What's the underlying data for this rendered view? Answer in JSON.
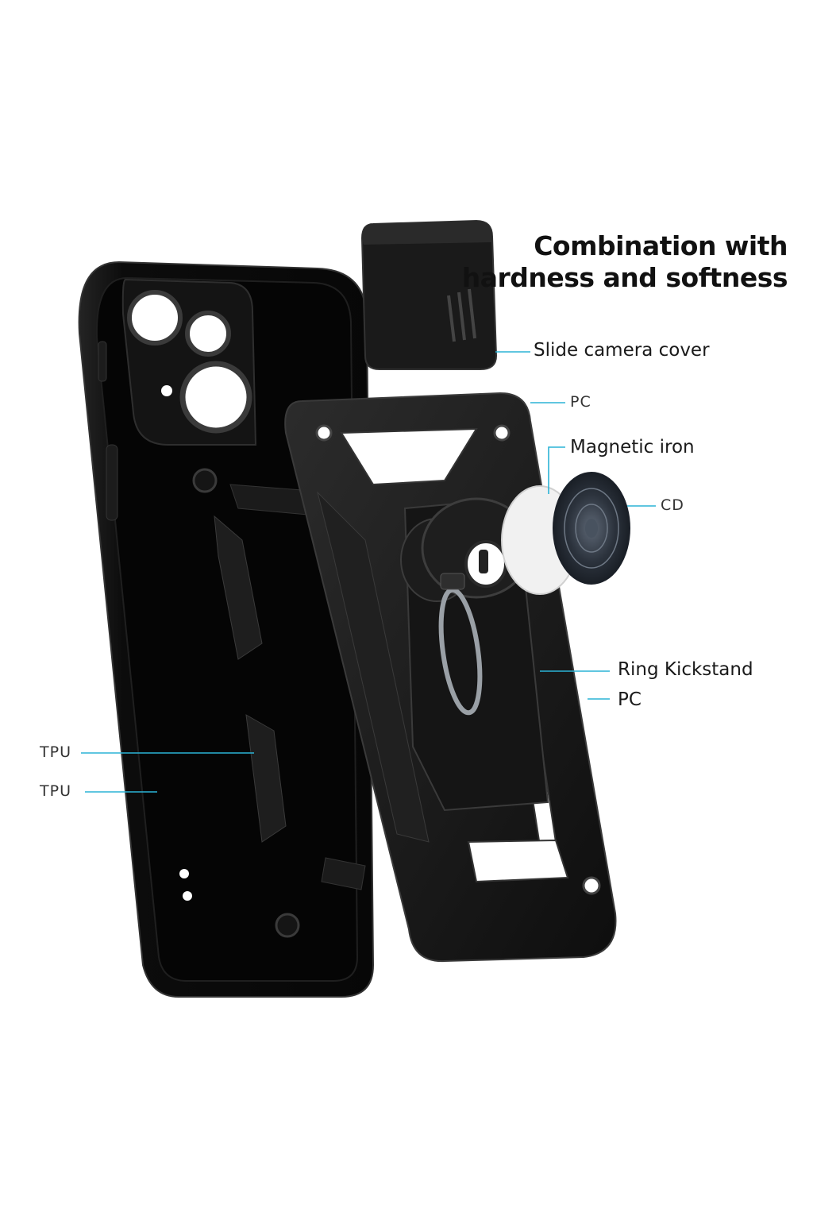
{
  "headline": {
    "line1": "Combination with",
    "line2": "hardness and softness"
  },
  "callouts": {
    "slide_camera_cover": "Slide camera cover",
    "pc_top": "PC",
    "magnetic_iron": "Magnetic iron",
    "cd": "CD",
    "ring_kickstand": "Ring Kickstand",
    "pc_bottom": "PC",
    "tpu_inner": "TPU",
    "tpu_outer": "TPU"
  },
  "colors": {
    "leader_line": "#2bb3d6",
    "case_black": "#0d0d0d",
    "case_edge": "#2a2a2a",
    "background": "#ffffff"
  }
}
